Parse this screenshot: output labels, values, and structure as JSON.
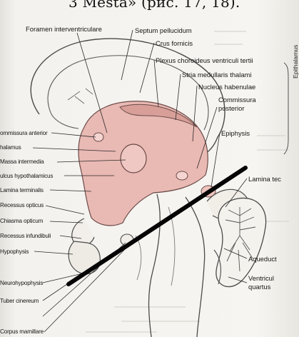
{
  "caption": "3 Mesta» (рис. 17, 18).",
  "labels": {
    "foramen": "Foramen interventriculare",
    "septum": "Septum pellucidum",
    "crus": "Crus fornicis",
    "plexus": "Plexus choroideus ventriculi tertii",
    "stria": "Stria medullaris thalami",
    "nucleus": "Nucleus habenulae",
    "commissura_posterior_1": "Commissura",
    "commissura_posterior_2": "posterior",
    "epiphysis": "Epiphysis",
    "lamina_tecti": "Lamina tec",
    "aqueduct": "Aqueduct",
    "ventriculus_1": "Ventricul",
    "ventriculus_2": "quartus",
    "epithalamus": "Epithalamus",
    "commissura_anterior": "ommissura anterior",
    "thalamus": "halamus",
    "massa": "Massa intermedia",
    "sulcus": "ulcus hypothalamicus",
    "lamina_terminalis": "Lamina terminalis",
    "recessus_opticus": "Recessus opticus",
    "chiasma": "Chiasma opticum",
    "recessus_infundibuli": "Recessus infundibuli",
    "hypophysis": "Hypophysis",
    "neurohypophysis": "Neurohypophysis",
    "tuber": "Tuber cinereum",
    "corpus": "Corpus mamillare"
  }
}
